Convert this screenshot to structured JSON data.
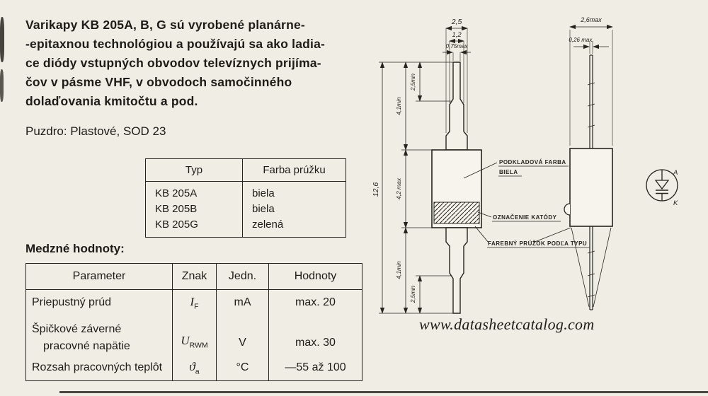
{
  "intro": {
    "lines": [
      "Varikapy KB 205A, B, G sú vyrobené planárne-",
      "-epitaxnou technológiou a používajú sa ako ladia-",
      "ce diódy vstupných obvodov televíznych prijíma-",
      "čov v pásme VHF, v obvodoch samočinného",
      "dolaďovania kmitočtu a pod."
    ],
    "package_line": "Puzdro: Plastové, SOD 23"
  },
  "type_table": {
    "headers": [
      "Typ",
      "Farba prúžku"
    ],
    "rows": [
      {
        "type": "KB 205A",
        "color": "biela"
      },
      {
        "type": "KB 205B",
        "color": "biela"
      },
      {
        "type": "KB 205G",
        "color": "zelená"
      }
    ]
  },
  "limits": {
    "title": "Medzné hodnoty:",
    "headers": [
      "Parameter",
      "Znak",
      "Jedn.",
      "Hodnoty"
    ],
    "rows": [
      {
        "parameter_lines": [
          "Priepustný prúd"
        ],
        "symbol_main": "I",
        "symbol_sub": "F",
        "unit": "mA",
        "value": "max. 20"
      },
      {
        "parameter_lines": [
          "Špičkové záverné",
          "pracovné napätie"
        ],
        "symbol_main": "U",
        "symbol_sub": "RWM",
        "unit": "V",
        "value": "max. 30"
      },
      {
        "parameter_lines": [
          "Rozsah pracovných teplôt"
        ],
        "symbol_main": "ϑ",
        "symbol_sub": "a",
        "unit": "°C",
        "value": "—55 až 100"
      }
    ]
  },
  "drawing": {
    "front": {
      "dim_width_outer": "2,5",
      "dim_width_mid": "1,2",
      "dim_width_tip": "0,75max",
      "dim_total": "12,6",
      "dim_lead_top": "4,1min",
      "dim_tip_top": "2,5min",
      "dim_body": "4,2 max",
      "dim_lead_bottom": "4,1min",
      "dim_tip_bottom": "2,5min"
    },
    "side": {
      "dim_width": "2,6max",
      "dim_lead": "0,26 max."
    },
    "labels": {
      "base_color_1": "PODKLADOVÁ FARBA",
      "base_color_2": "BIELA",
      "cathode": "OZNAČENIE KATÓDY",
      "stripe": "FAREBNÝ PRÚŽOK PODĽA TYPU"
    },
    "symbol": {
      "anode": "A",
      "cathode": "K"
    }
  },
  "footer": {
    "website": "www.datasheetcatalog.com"
  }
}
